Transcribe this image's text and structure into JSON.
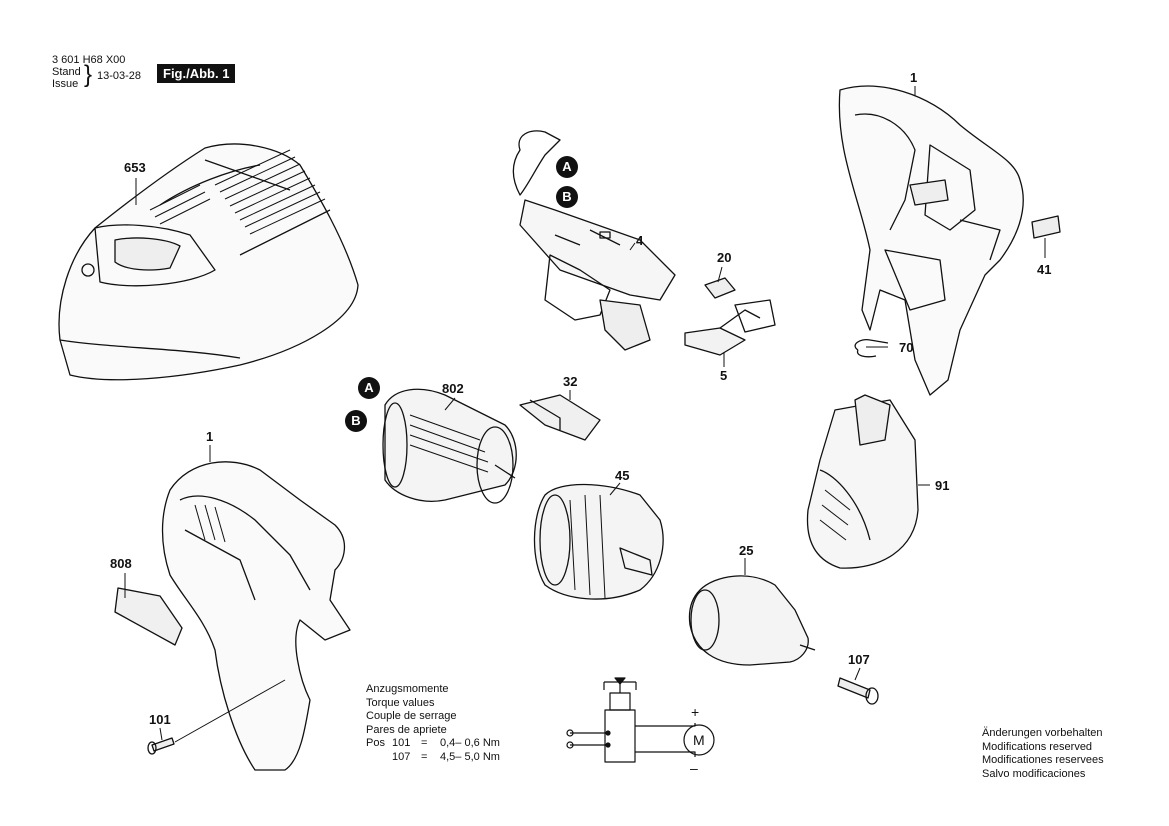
{
  "header": {
    "doc_number": "3 601 H68 X00",
    "stand_label": "Stand",
    "issue_label": "Issue",
    "brace": "}",
    "date": "13-03-28",
    "figure_label": "Fig./Abb. 1"
  },
  "parts": {
    "p653": "653",
    "p4": "4",
    "p1_top": "1",
    "p41": "41",
    "p20": "20",
    "p70": "70",
    "p5": "5",
    "p802": "802",
    "p32": "32",
    "p1_mid": "1",
    "p45": "45",
    "p91": "91",
    "p808": "808",
    "p25": "25",
    "p107": "107",
    "p101": "101"
  },
  "markers": {
    "a_switch": "A",
    "b_switch": "B",
    "a_motor": "A",
    "b_motor": "B"
  },
  "torque": {
    "line1": "Anzugsmomente",
    "line2": "Torque values",
    "line3": "Couple de serrage",
    "line4": "Pares de apriete",
    "row1_pos": "Pos",
    "row1_part": "101",
    "row1_eq": "=",
    "row1_val": "0,4– 0,6 Nm",
    "row2_part": "107",
    "row2_eq": "=",
    "row2_val": "4,5– 5,0 Nm"
  },
  "schematic": {
    "plus": "+",
    "minus": "–",
    "motor": "M"
  },
  "footer": {
    "line1": "Änderungen vorbehalten",
    "line2": "Modifications reserved",
    "line3": "Modificationes reservees",
    "line4": "Salvo modificaciones"
  },
  "colors": {
    "ink": "#111111",
    "shade": "#cfcfcf"
  }
}
